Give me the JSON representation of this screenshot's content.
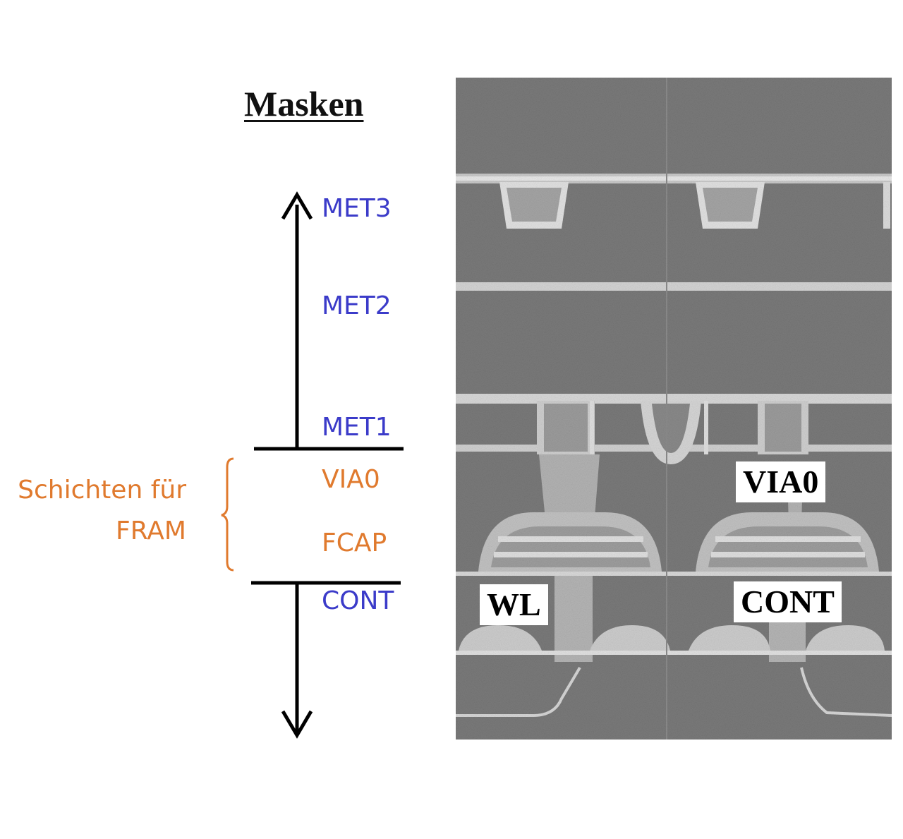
{
  "title": "Masken",
  "layers": {
    "met3": "MET3",
    "met2": "MET2",
    "met1": "MET1",
    "via0": "VIA0",
    "fcap": "FCAP",
    "cont": "CONT"
  },
  "fram_label": {
    "line1": "Schichten für",
    "line2": "FRAM"
  },
  "sem_labels": {
    "via0": "VIA0",
    "wl": "WL",
    "cont": "CONT"
  },
  "colors": {
    "metal_layers": "#3b3bc9",
    "fram_layers": "#e07a2e"
  }
}
